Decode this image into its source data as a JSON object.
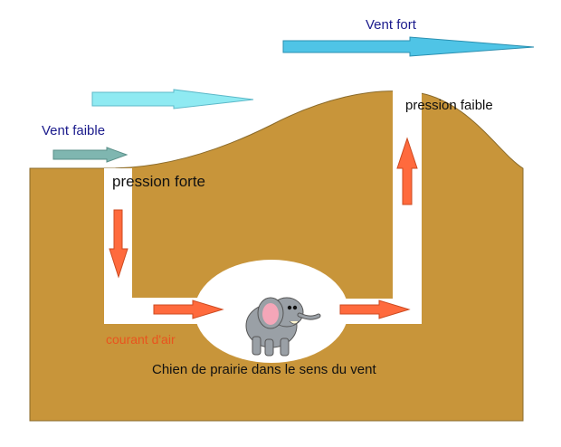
{
  "labels": {
    "strong_wind": "Vent fort",
    "weak_wind": "Vent faible",
    "high_pressure": "pression forte",
    "low_pressure": "pression faible",
    "air_current": "courant d'air",
    "caption": "Chien de prairie dans le sens du vent"
  },
  "icons": {
    "animal": "elephant-icon"
  },
  "colors": {
    "ground": "#c8953a",
    "ground_outline": "#8a6a2a",
    "strong_wind_arrow": "#4fc4e6",
    "medium_wind_arrow": "#8feaf2",
    "weak_wind_arrow": "#7fb6b0",
    "air_flow_arrow": "#ff6a3d",
    "wind_text": "#1a1a8c",
    "air_current_text": "#e8541e",
    "text": "#111111"
  }
}
